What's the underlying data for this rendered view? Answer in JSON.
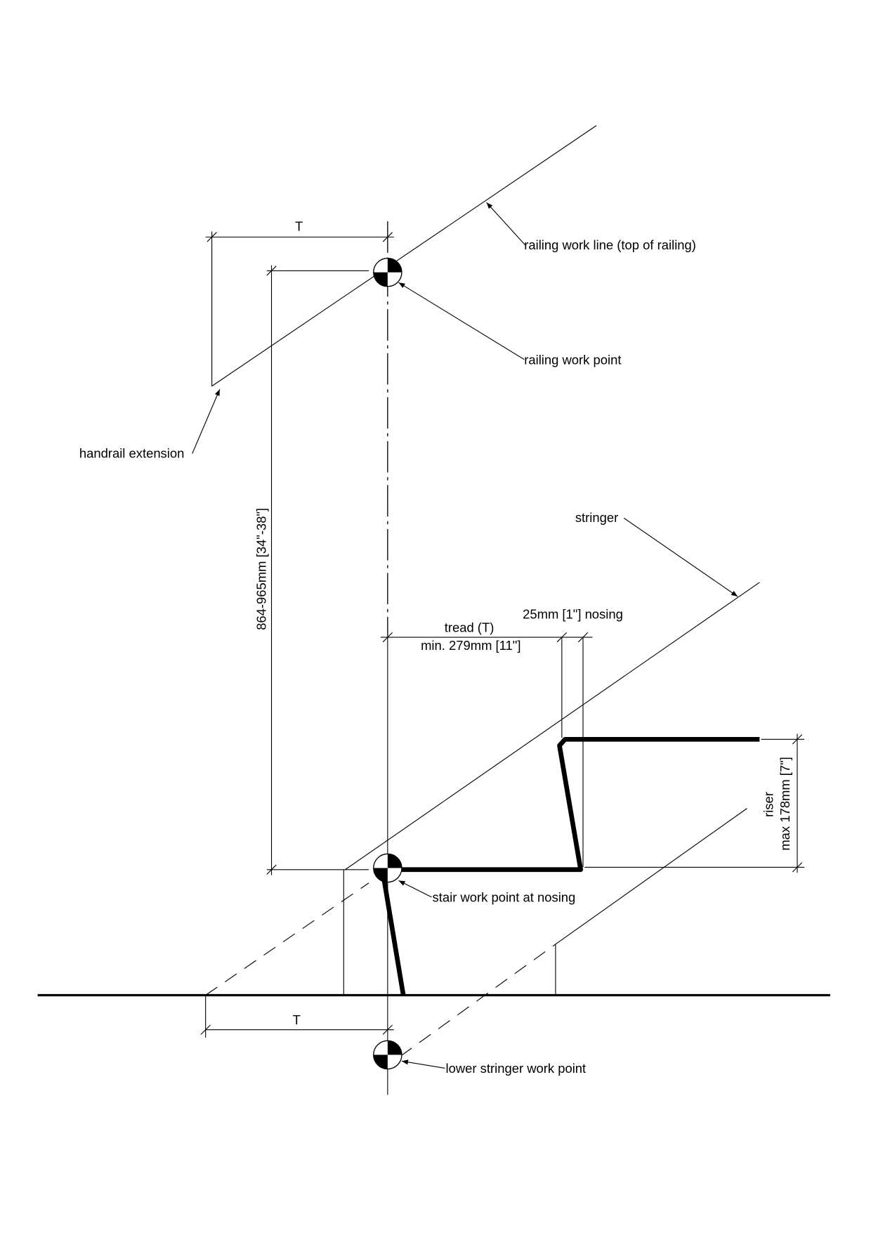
{
  "labels": {
    "dim_top_t": "T",
    "dim_bottom_t": "T",
    "railing_height": "864-965mm [34\"-38\"]",
    "railing_work_line": "railing work line (top of railing)",
    "railing_work_point": "railing work point",
    "handrail_extension": "handrail extension",
    "stringer": "stringer",
    "nosing": "25mm [1\"] nosing",
    "tread_line1": "tread (T)",
    "tread_line2": "min. 279mm [11\"]",
    "riser_line1": "riser",
    "riser_line2": "max 178mm [7\"]",
    "stair_work_point": "stair work point at nosing",
    "lower_stringer_work_point": "lower stringer work point"
  },
  "colors": {
    "ink": "#000000",
    "background": "#ffffff"
  }
}
